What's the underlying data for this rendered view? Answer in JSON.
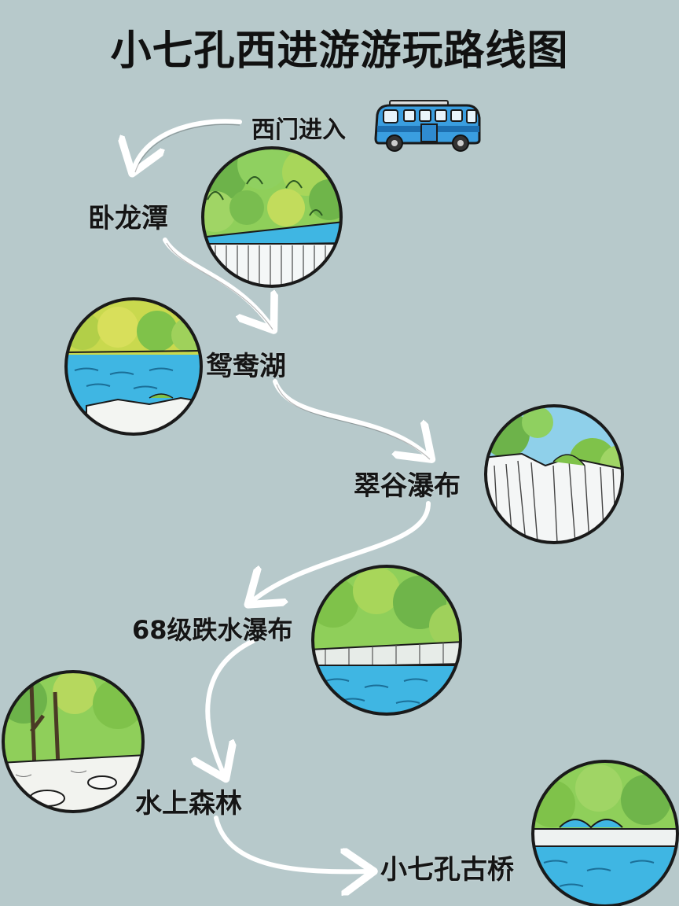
{
  "title": "小七孔西进游游玩路线图",
  "stops": [
    {
      "id": "entry",
      "label": "西门进入",
      "icon": "bus-icon"
    },
    {
      "id": "wolongtan",
      "label": "卧龙潭",
      "icon": "waterfall-lake-scene"
    },
    {
      "id": "yuanyanghu",
      "label": "鸳鸯湖",
      "icon": "lake-scene"
    },
    {
      "id": "cuigu",
      "label": "翠谷瀑布",
      "icon": "cliff-waterfall-scene"
    },
    {
      "id": "68ji",
      "label": "68级跌水瀑布",
      "icon": "cascade-river-scene"
    },
    {
      "id": "shuishang",
      "label": "水上森林",
      "icon": "forest-rocks-scene"
    },
    {
      "id": "gugqiao",
      "label": "小七孔古桥",
      "icon": "bridge-river-scene"
    }
  ],
  "colors": {
    "background": "#b7c9cb",
    "water": "#3fb6e3",
    "foliage": "#7fc24a",
    "route": "#ffffff",
    "bus": "#3a9ee0"
  }
}
